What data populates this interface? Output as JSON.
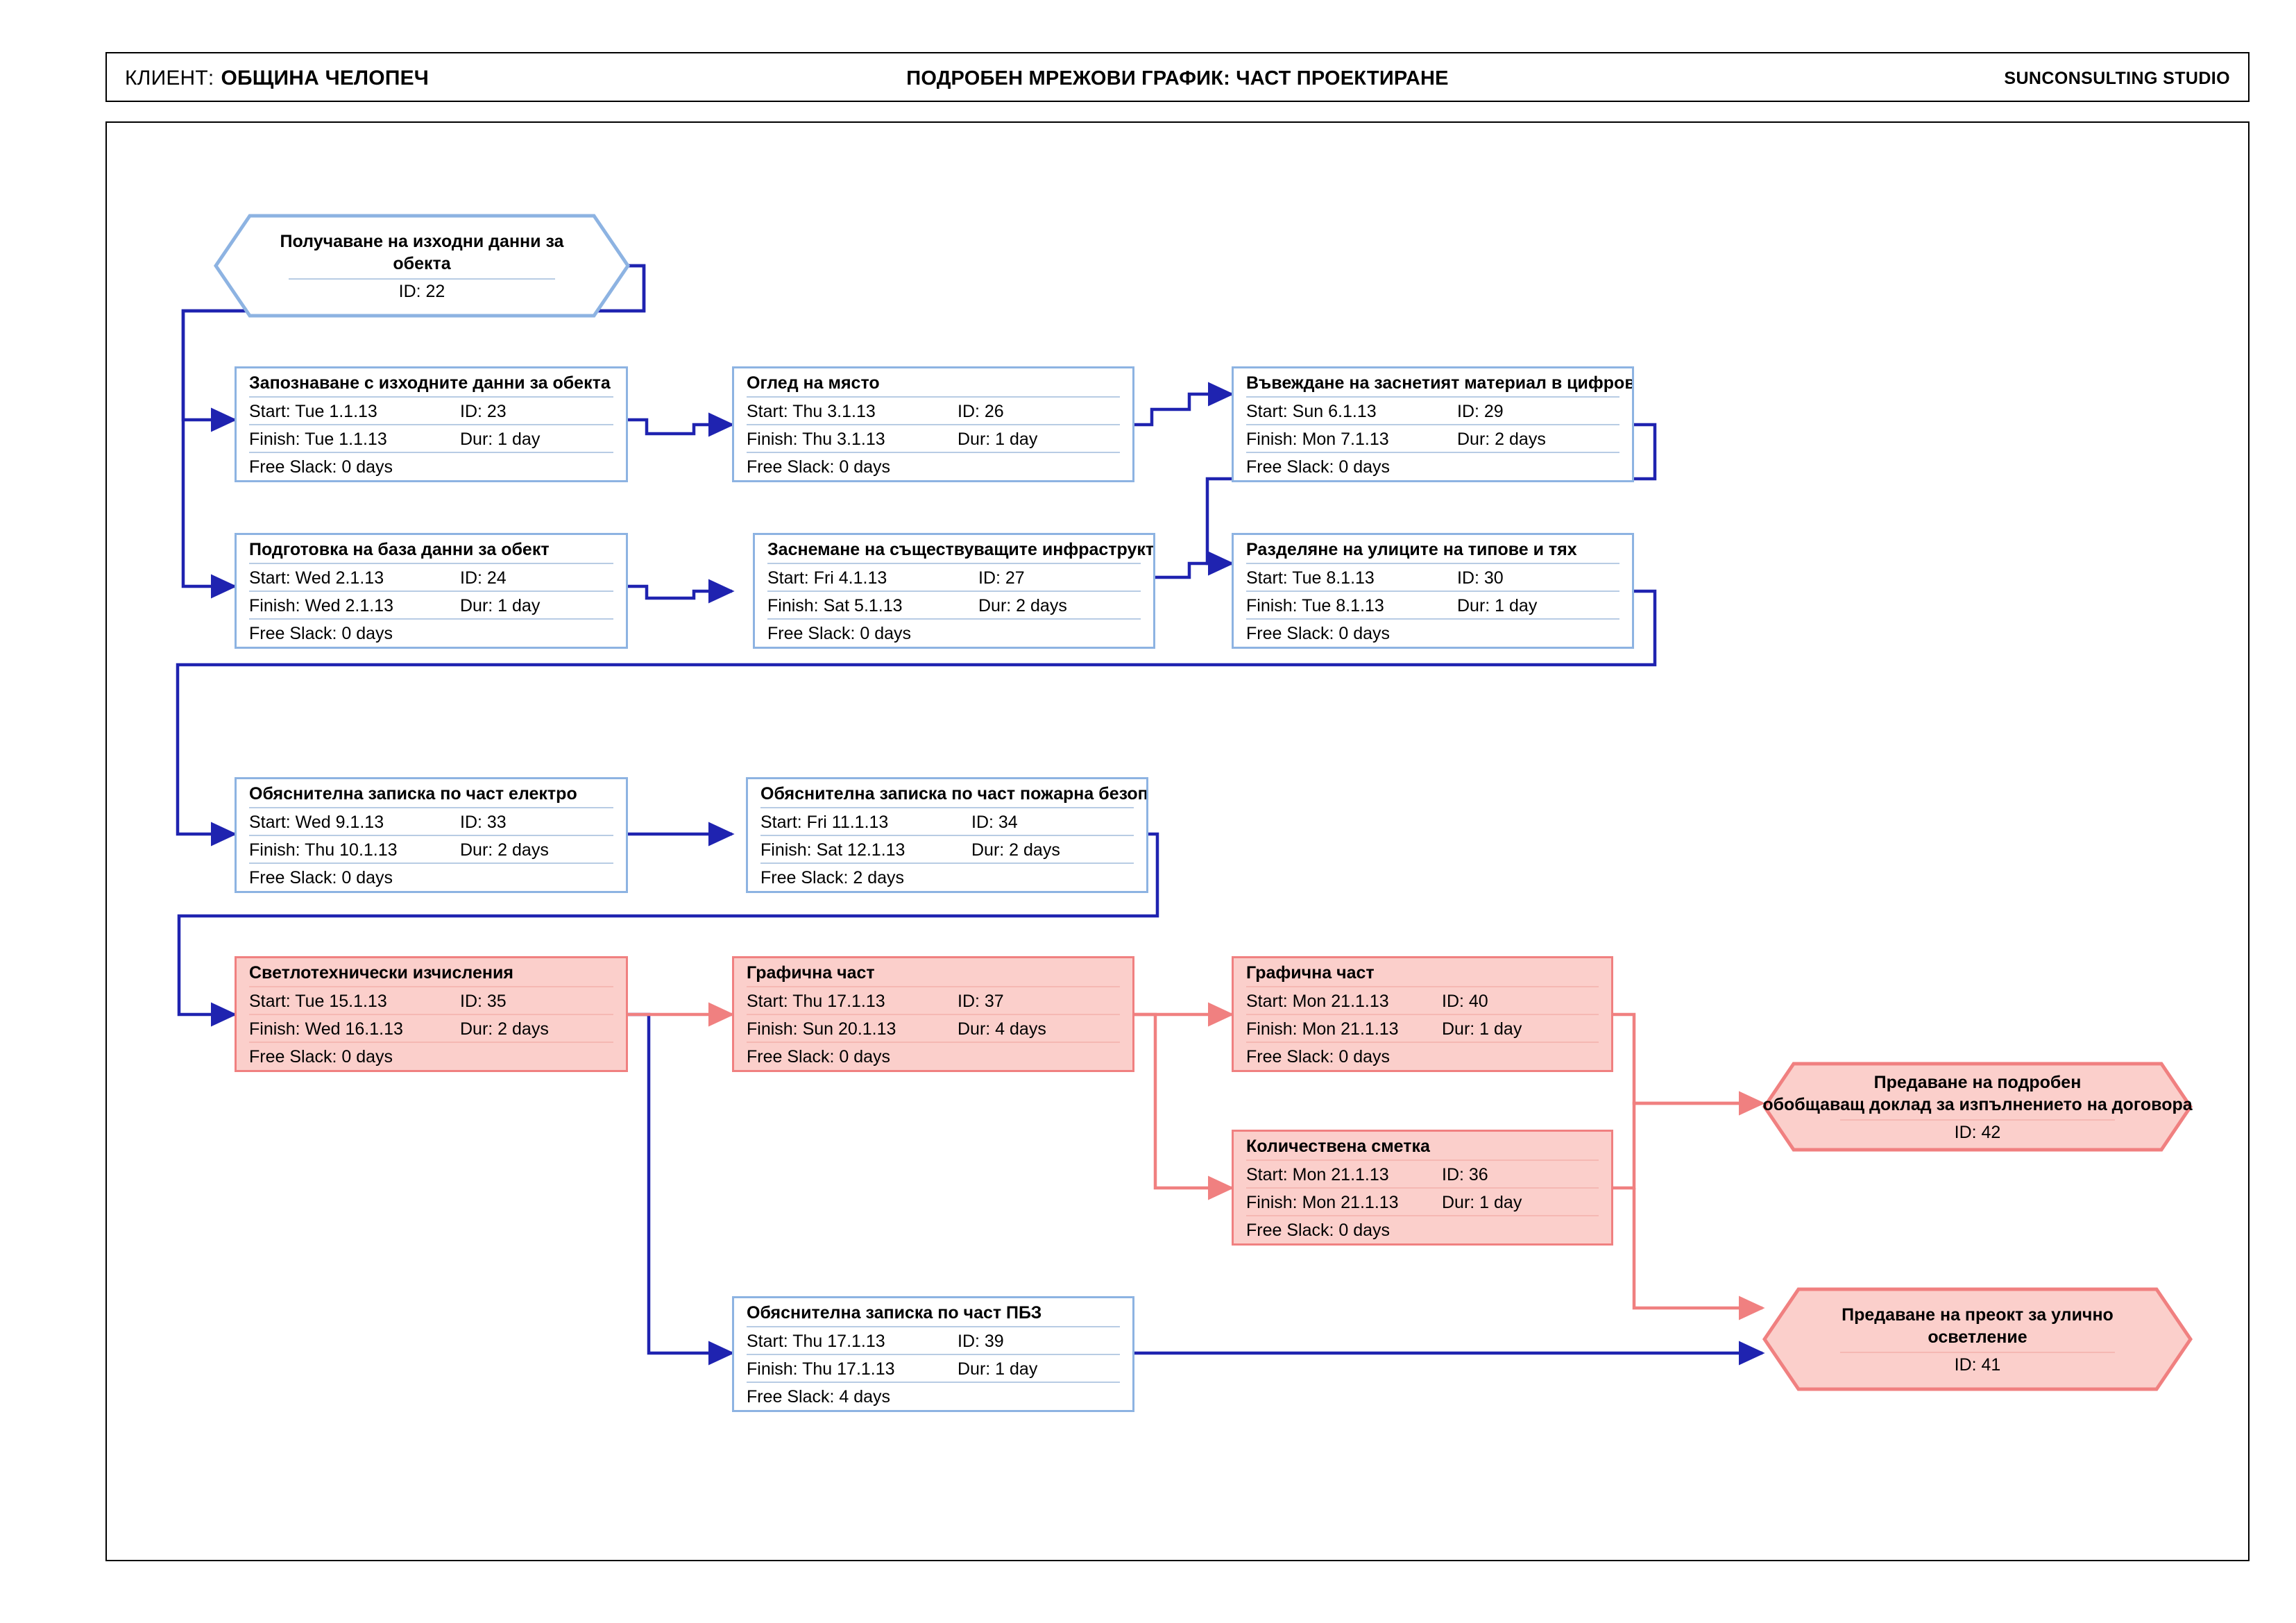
{
  "header": {
    "client_label": "КЛИЕНТ:",
    "client_name": "ОБЩИНА ЧЕЛОПЕЧ",
    "title": "ПОДРОБЕН МРЕЖОВИ ГРАФИК: ЧАСТ ПРОЕКТИРАНЕ",
    "company": "SUNCONSULTING STUDIO"
  },
  "colors": {
    "normal_border": "#8db3e2",
    "normal_fill": "#ffffff",
    "normal_separator": "#b8cce4",
    "critical_border": "#f08080",
    "critical_fill": "#fbcfcb",
    "critical_separator": "#f5b8b3",
    "normal_link": "#1f23b0",
    "critical_link": "#f08080",
    "frame": "#000000"
  },
  "labels": {
    "start": "Start:",
    "finish": "Finish:",
    "id": "ID:",
    "dur": "Dur:",
    "free_slack": "Free Slack:",
    "id_prefix": "ID: "
  },
  "nodes": [
    {
      "key": "n22",
      "shape": "milestone",
      "critical": false,
      "title_lines": [
        "Получаване на изходни данни за",
        "обекта"
      ],
      "id_text": "ID: 22"
    },
    {
      "key": "n23",
      "shape": "task",
      "critical": false,
      "title": "Запознаване с изходните данни за обекта",
      "start": "Start:  Tue 1.1.13",
      "id": "ID:   23",
      "finish": "Finish: Tue 1.1.13",
      "dur": "Dur: 1 day",
      "slack": "Free Slack: 0 days"
    },
    {
      "key": "n26",
      "shape": "task",
      "critical": false,
      "title": "Оглед на място",
      "start": "Start:  Thu 3.1.13",
      "id": "ID:   26",
      "finish": "Finish: Thu 3.1.13",
      "dur": "Dur: 1 day",
      "slack": "Free Slack: 0 days"
    },
    {
      "key": "n29",
      "shape": "task",
      "critical": false,
      "title": "Въвеждане на заснетият материал в цифров вид",
      "start": "Start:  Sun 6.1.13",
      "id": "ID:   29",
      "finish": "Finish: Mon 7.1.13",
      "dur": "Dur: 2 days",
      "slack": "Free Slack: 0 days"
    },
    {
      "key": "n24",
      "shape": "task",
      "critical": false,
      "title": "Подготовка на база данни за обект",
      "start": "Start:  Wed 2.1.13",
      "id": "ID:   24",
      "finish": "Finish: Wed 2.1.13",
      "dur": "Dur: 1 day",
      "slack": "Free Slack: 0 days"
    },
    {
      "key": "n27",
      "shape": "task",
      "critical": false,
      "title": "Заснемане на съществуващите инфраструктури",
      "start": "Start:  Fri 4.1.13",
      "id": "ID:   27",
      "finish": "Finish: Sat 5.1.13",
      "dur": "Dur: 2 days",
      "slack": "Free Slack: 0 days"
    },
    {
      "key": "n30",
      "shape": "task",
      "critical": false,
      "title": "Разделяне на улиците на типове и тях",
      "start": "Start:  Tue 8.1.13",
      "id": "ID:   30",
      "finish": "Finish: Tue 8.1.13",
      "dur": "Dur: 1 day",
      "slack": "Free Slack: 0 days"
    },
    {
      "key": "n33",
      "shape": "task",
      "critical": false,
      "title": "Обяснителна записка по част електро",
      "start": "Start:  Wed 9.1.13",
      "id": "ID:   33",
      "finish": "Finish: Thu 10.1.13",
      "dur": "Dur: 2 days",
      "slack": "Free Slack: 0 days"
    },
    {
      "key": "n34",
      "shape": "task",
      "critical": false,
      "title": "Обяснителна записка по част пожарна безопасност",
      "start": "Start:  Fri 11.1.13",
      "id": "ID:   34",
      "finish": "Finish: Sat 12.1.13",
      "dur": "Dur: 2 days",
      "slack": "Free Slack: 2 days"
    },
    {
      "key": "n35",
      "shape": "task",
      "critical": true,
      "title": "Светлотехнически изчисления",
      "start": "Start:  Tue 15.1.13",
      "id": "ID:   35",
      "finish": "Finish: Wed 16.1.13",
      "dur": "Dur: 2 days",
      "slack": "Free Slack: 0 days"
    },
    {
      "key": "n37",
      "shape": "task",
      "critical": true,
      "title": "Графична част",
      "start": "Start:  Thu 17.1.13",
      "id": "ID:   37",
      "finish": "Finish: Sun 20.1.13",
      "dur": "Dur: 4 days",
      "slack": "Free Slack: 0 days"
    },
    {
      "key": "n40",
      "shape": "task",
      "critical": true,
      "title": "Графична част",
      "start": "Start:  Mon 21.1.13",
      "id": "ID:   40",
      "finish": "Finish: Mon 21.1.13",
      "dur": "Dur: 1 day",
      "slack": "Free Slack: 0 days"
    },
    {
      "key": "n36",
      "shape": "task",
      "critical": true,
      "title": "Количествена сметка",
      "start": "Start:  Mon 21.1.13",
      "id": "ID:   36",
      "finish": "Finish: Mon 21.1.13",
      "dur": "Dur: 1 day",
      "slack": "Free Slack: 0 days"
    },
    {
      "key": "n39",
      "shape": "task",
      "critical": false,
      "title": "Обяснителна записка по част ПБЗ",
      "start": "Start:  Thu 17.1.13",
      "id": "ID:   39",
      "finish": "Finish: Thu 17.1.13",
      "dur": "Dur: 1 day",
      "slack": "Free Slack: 4 days"
    },
    {
      "key": "n42",
      "shape": "milestone",
      "critical": true,
      "title_lines": [
        "Предаване на подробен",
        "обобщаващ доклад за изпълнението на договора"
      ],
      "id_text": "ID: 42"
    },
    {
      "key": "n41",
      "shape": "milestone",
      "critical": true,
      "title_lines": [
        "Предаване на преокт за улично",
        "осветление"
      ],
      "id_text": "ID: 41"
    }
  ]
}
